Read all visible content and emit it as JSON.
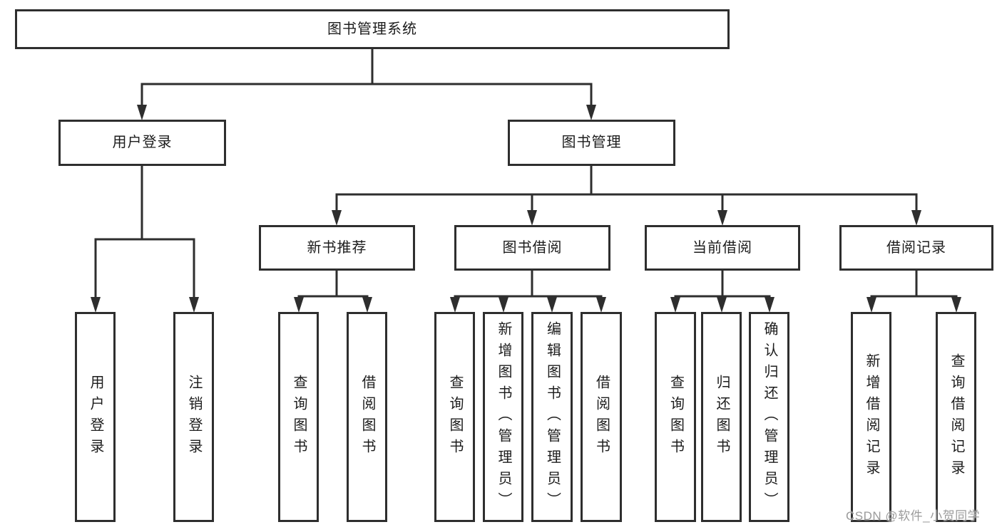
{
  "diagram": {
    "title": "图书管理系统",
    "type": "function-structure-tree"
  },
  "colors": {
    "line": "#2e2e2e",
    "box_border": "#2e2e2e",
    "box_background": "#ffffff",
    "text": "#1c1c1c",
    "watermark": "#9b9b9b",
    "page_background": "#ffffff"
  },
  "watermark": {
    "text": "CSDN @软件_小贺同学"
  },
  "nodes": {
    "system": {
      "label": "图书管理系统"
    },
    "user-login": {
      "label": "用户登录"
    },
    "book-management": {
      "label": "图书管理"
    },
    "new-book-recommend": {
      "label": "新书推荐"
    },
    "book-borrow": {
      "label": "图书借阅"
    },
    "current-borrow": {
      "label": "当前借阅"
    },
    "borrow-record": {
      "label": "借阅记录"
    },
    "leaf-user-login": {
      "label": "用户登录"
    },
    "leaf-logout-login": {
      "label": "注销登录"
    },
    "leaf-nb-query-book": {
      "label": "查询图书"
    },
    "leaf-nb-borrow-book": {
      "label": "借阅图书"
    },
    "leaf-bb-query-book": {
      "label": "查询图书"
    },
    "leaf-bb-add-book": {
      "label": "新增图书（管理员）"
    },
    "leaf-bb-edit-book": {
      "label": "编辑图书（管理员）"
    },
    "leaf-bb-borrow-book": {
      "label": "借阅图书"
    },
    "leaf-cb-query-book": {
      "label": "查询图书"
    },
    "leaf-cb-return-book": {
      "label": "归还图书"
    },
    "leaf-cb-confirm-return": {
      "label": "确认归还（管理员）"
    },
    "leaf-br-add-record": {
      "label": "新增借阅记录"
    },
    "leaf-br-query-record": {
      "label": "查询借阅记录"
    }
  },
  "hierarchy": {
    "system": [
      "user-login",
      "book-management"
    ],
    "user-login": [
      "leaf-user-login",
      "leaf-logout-login"
    ],
    "book-management": [
      "new-book-recommend",
      "book-borrow",
      "current-borrow",
      "borrow-record"
    ],
    "new-book-recommend": [
      "leaf-nb-query-book",
      "leaf-nb-borrow-book"
    ],
    "book-borrow": [
      "leaf-bb-query-book",
      "leaf-bb-add-book",
      "leaf-bb-edit-book",
      "leaf-bb-borrow-book"
    ],
    "current-borrow": [
      "leaf-cb-query-book",
      "leaf-cb-return-book",
      "leaf-cb-confirm-return"
    ],
    "borrow-record": [
      "leaf-br-add-record",
      "leaf-br-query-record"
    ]
  }
}
